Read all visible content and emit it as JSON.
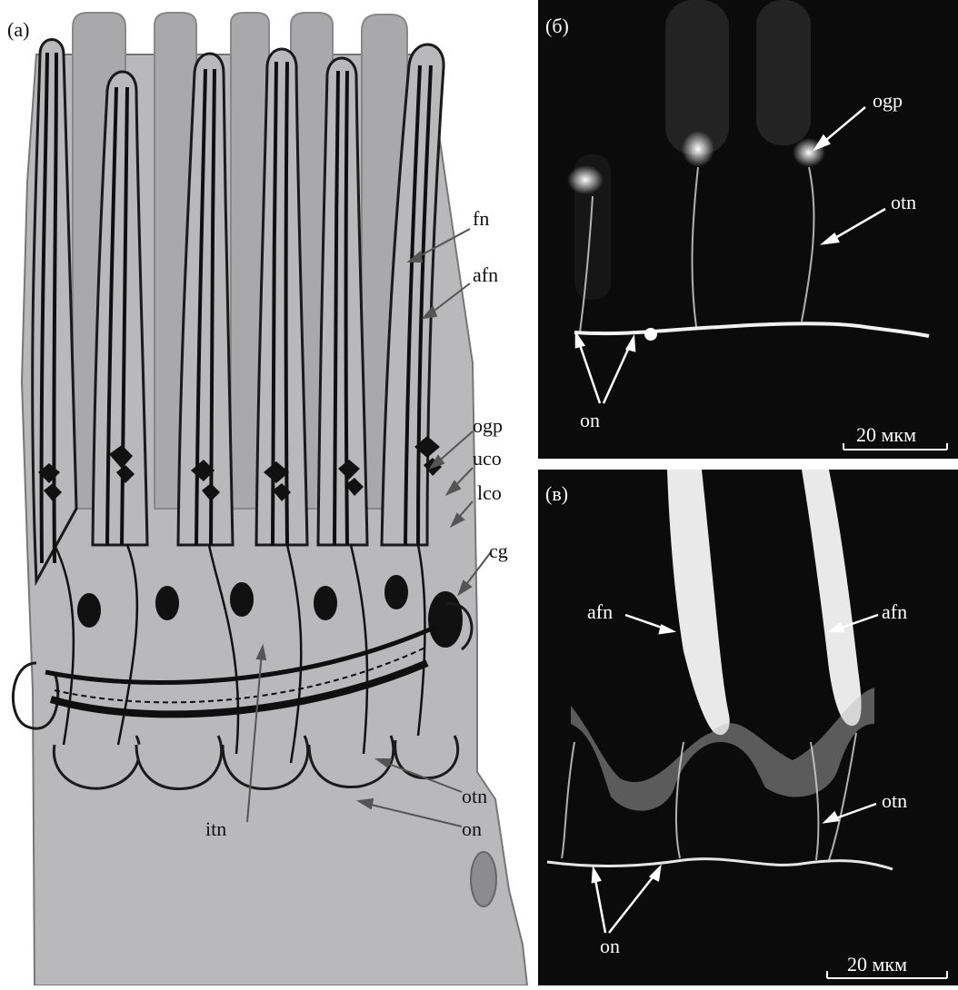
{
  "figure": {
    "panels": {
      "a": {
        "tag": "(а)",
        "labels": {
          "fn": "fn",
          "afn": "afn",
          "ogp": "ogp",
          "uco": "uco",
          "lco": "lco",
          "cg": "cg",
          "itn": "itn",
          "otn": "otn",
          "on": "on"
        }
      },
      "b": {
        "tag": "(б)",
        "labels": {
          "ogp": "ogp",
          "otn": "otn",
          "on": "on"
        },
        "scale_bar": "20 мкм"
      },
      "c": {
        "tag": "(в)",
        "labels": {
          "afn_left": "afn",
          "afn_right": "afn",
          "otn": "otn",
          "on": "on"
        },
        "scale_bar": "20 мкм"
      }
    }
  },
  "colors": {
    "tissue": "#b9b9bb",
    "tentacle": "#a9a9ab",
    "outline": "#1a1a1a",
    "nerve": "#0f0f0f",
    "leader_gray": "#555555",
    "micrograph_bg": "#0b0b0b",
    "fluorescence": "#f2f2f2"
  }
}
